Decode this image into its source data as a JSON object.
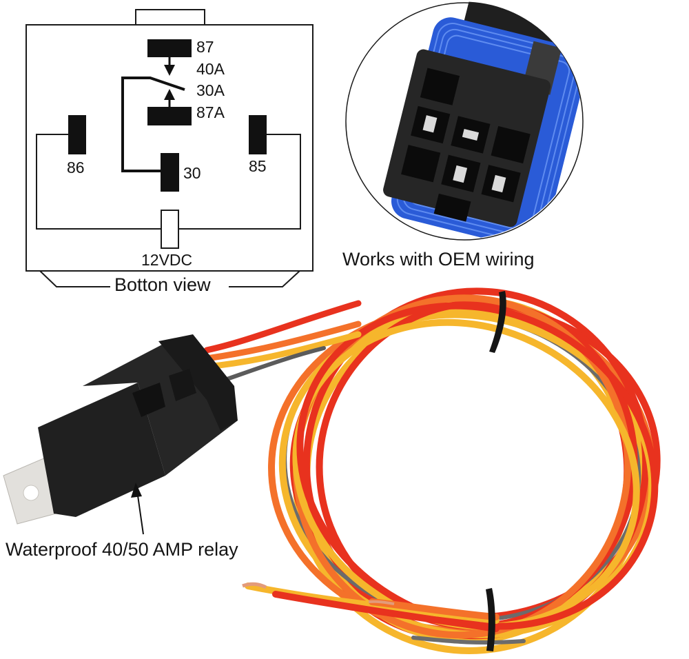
{
  "diagram": {
    "title": "Botton view",
    "coil_supply": "12VDC",
    "pins": {
      "pin87": "87",
      "pin87a": "87A",
      "pin30": "30",
      "pin86": "86",
      "pin85": "85"
    },
    "ratings": {
      "rating_no": "40A",
      "rating_nc": "30A"
    }
  },
  "connector_photo": {
    "caption": "Works with OEM wiring",
    "colors": {
      "seal": "#2a5bd7",
      "housing": "#1c1c1c",
      "terminal": "#d8d8d8"
    }
  },
  "relay_photo": {
    "caption": "Waterproof 40/50 AMP relay",
    "colors": {
      "body": "#1e1e1e",
      "tab": "#e2e0dc"
    }
  },
  "harness": {
    "wire_colors": {
      "red": "#e8321e",
      "yellow": "#f6b62c",
      "orange": "#f4712a",
      "gray": "#6b6b6b"
    },
    "zip_tie_color": "#151515"
  }
}
